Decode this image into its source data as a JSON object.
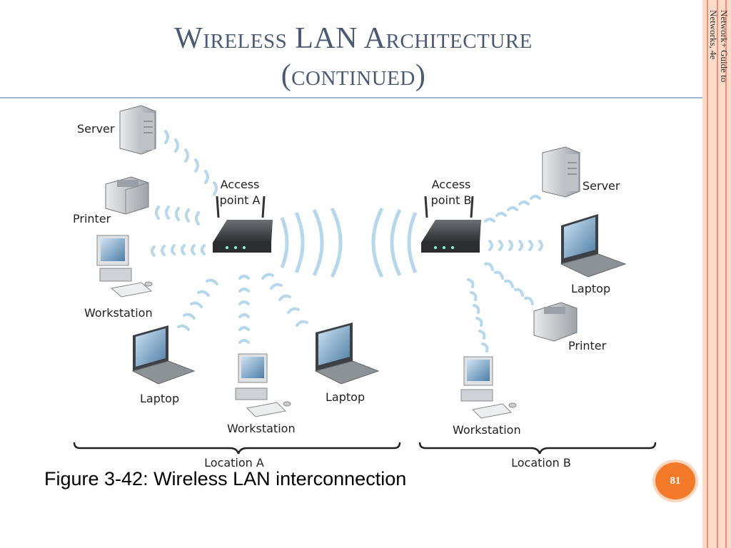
{
  "slide": {
    "title_line1": "Wireless LAN Architecture",
    "title_line2": "(continued)",
    "side_caption": "Network+ Guide to Networks, 4e",
    "caption": "Figure 3-42: Wireless LAN interconnection",
    "slide_number": "81"
  },
  "diagram": {
    "access_point_a": [
      "Access",
      "point A"
    ],
    "access_point_b": [
      "Access",
      "point B"
    ],
    "location_a": "Location A",
    "location_b": "Location B",
    "nodes_a": {
      "server": "Server",
      "printer": "Printer",
      "workstation": "Workstation",
      "laptop1": "Laptop",
      "workstation2": "Workstation",
      "laptop2": "Laptop"
    },
    "nodes_b": {
      "server": "Server",
      "laptop": "Laptop",
      "printer": "Printer",
      "workstation": "Workstation"
    }
  },
  "colors": {
    "accent": "#f27a2a",
    "title": "#4a5a72",
    "rule": "#9cb6d6",
    "signal": "#b7d8ec"
  }
}
